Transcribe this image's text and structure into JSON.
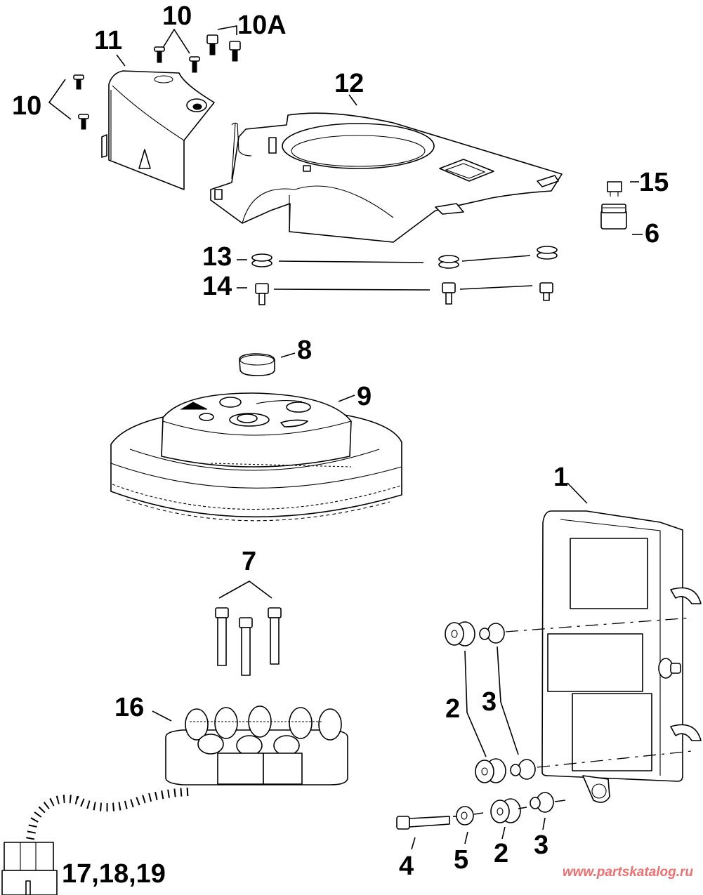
{
  "diagram": {
    "title": "Exploded parts view - flywheel, stator, cover and electronic module",
    "callouts": {
      "c1": "1",
      "c2a": "2",
      "c2b": "2",
      "c3a": "3",
      "c3b": "3",
      "c4": "4",
      "c5": "5",
      "c6": "6",
      "c7": "7",
      "c8": "8",
      "c9": "9",
      "c10a": "10",
      "c10b": "10",
      "c10A": "10A",
      "c11": "11",
      "c12": "12",
      "c13": "13",
      "c14": "14",
      "c15": "15",
      "c16": "16",
      "c17": "17,18,19"
    },
    "parts": [
      {
        "ref": "1",
        "name": "electronic-module"
      },
      {
        "ref": "2",
        "name": "grommet"
      },
      {
        "ref": "3",
        "name": "sleeve"
      },
      {
        "ref": "4",
        "name": "bolt"
      },
      {
        "ref": "5",
        "name": "washer"
      },
      {
        "ref": "6",
        "name": "fuse-holder"
      },
      {
        "ref": "7",
        "name": "stator-screw"
      },
      {
        "ref": "8",
        "name": "flywheel-nut"
      },
      {
        "ref": "9",
        "name": "flywheel"
      },
      {
        "ref": "10",
        "name": "screw"
      },
      {
        "ref": "10A",
        "name": "screw"
      },
      {
        "ref": "11",
        "name": "cover"
      },
      {
        "ref": "12",
        "name": "flywheel-cover"
      },
      {
        "ref": "13",
        "name": "grommet"
      },
      {
        "ref": "14",
        "name": "screw"
      },
      {
        "ref": "15",
        "name": "fuse"
      },
      {
        "ref": "16",
        "name": "stator"
      },
      {
        "ref": "17,18,19",
        "name": "connector"
      }
    ]
  },
  "watermark": {
    "text": "www.partskatalog.ru",
    "color": "#f07070"
  }
}
